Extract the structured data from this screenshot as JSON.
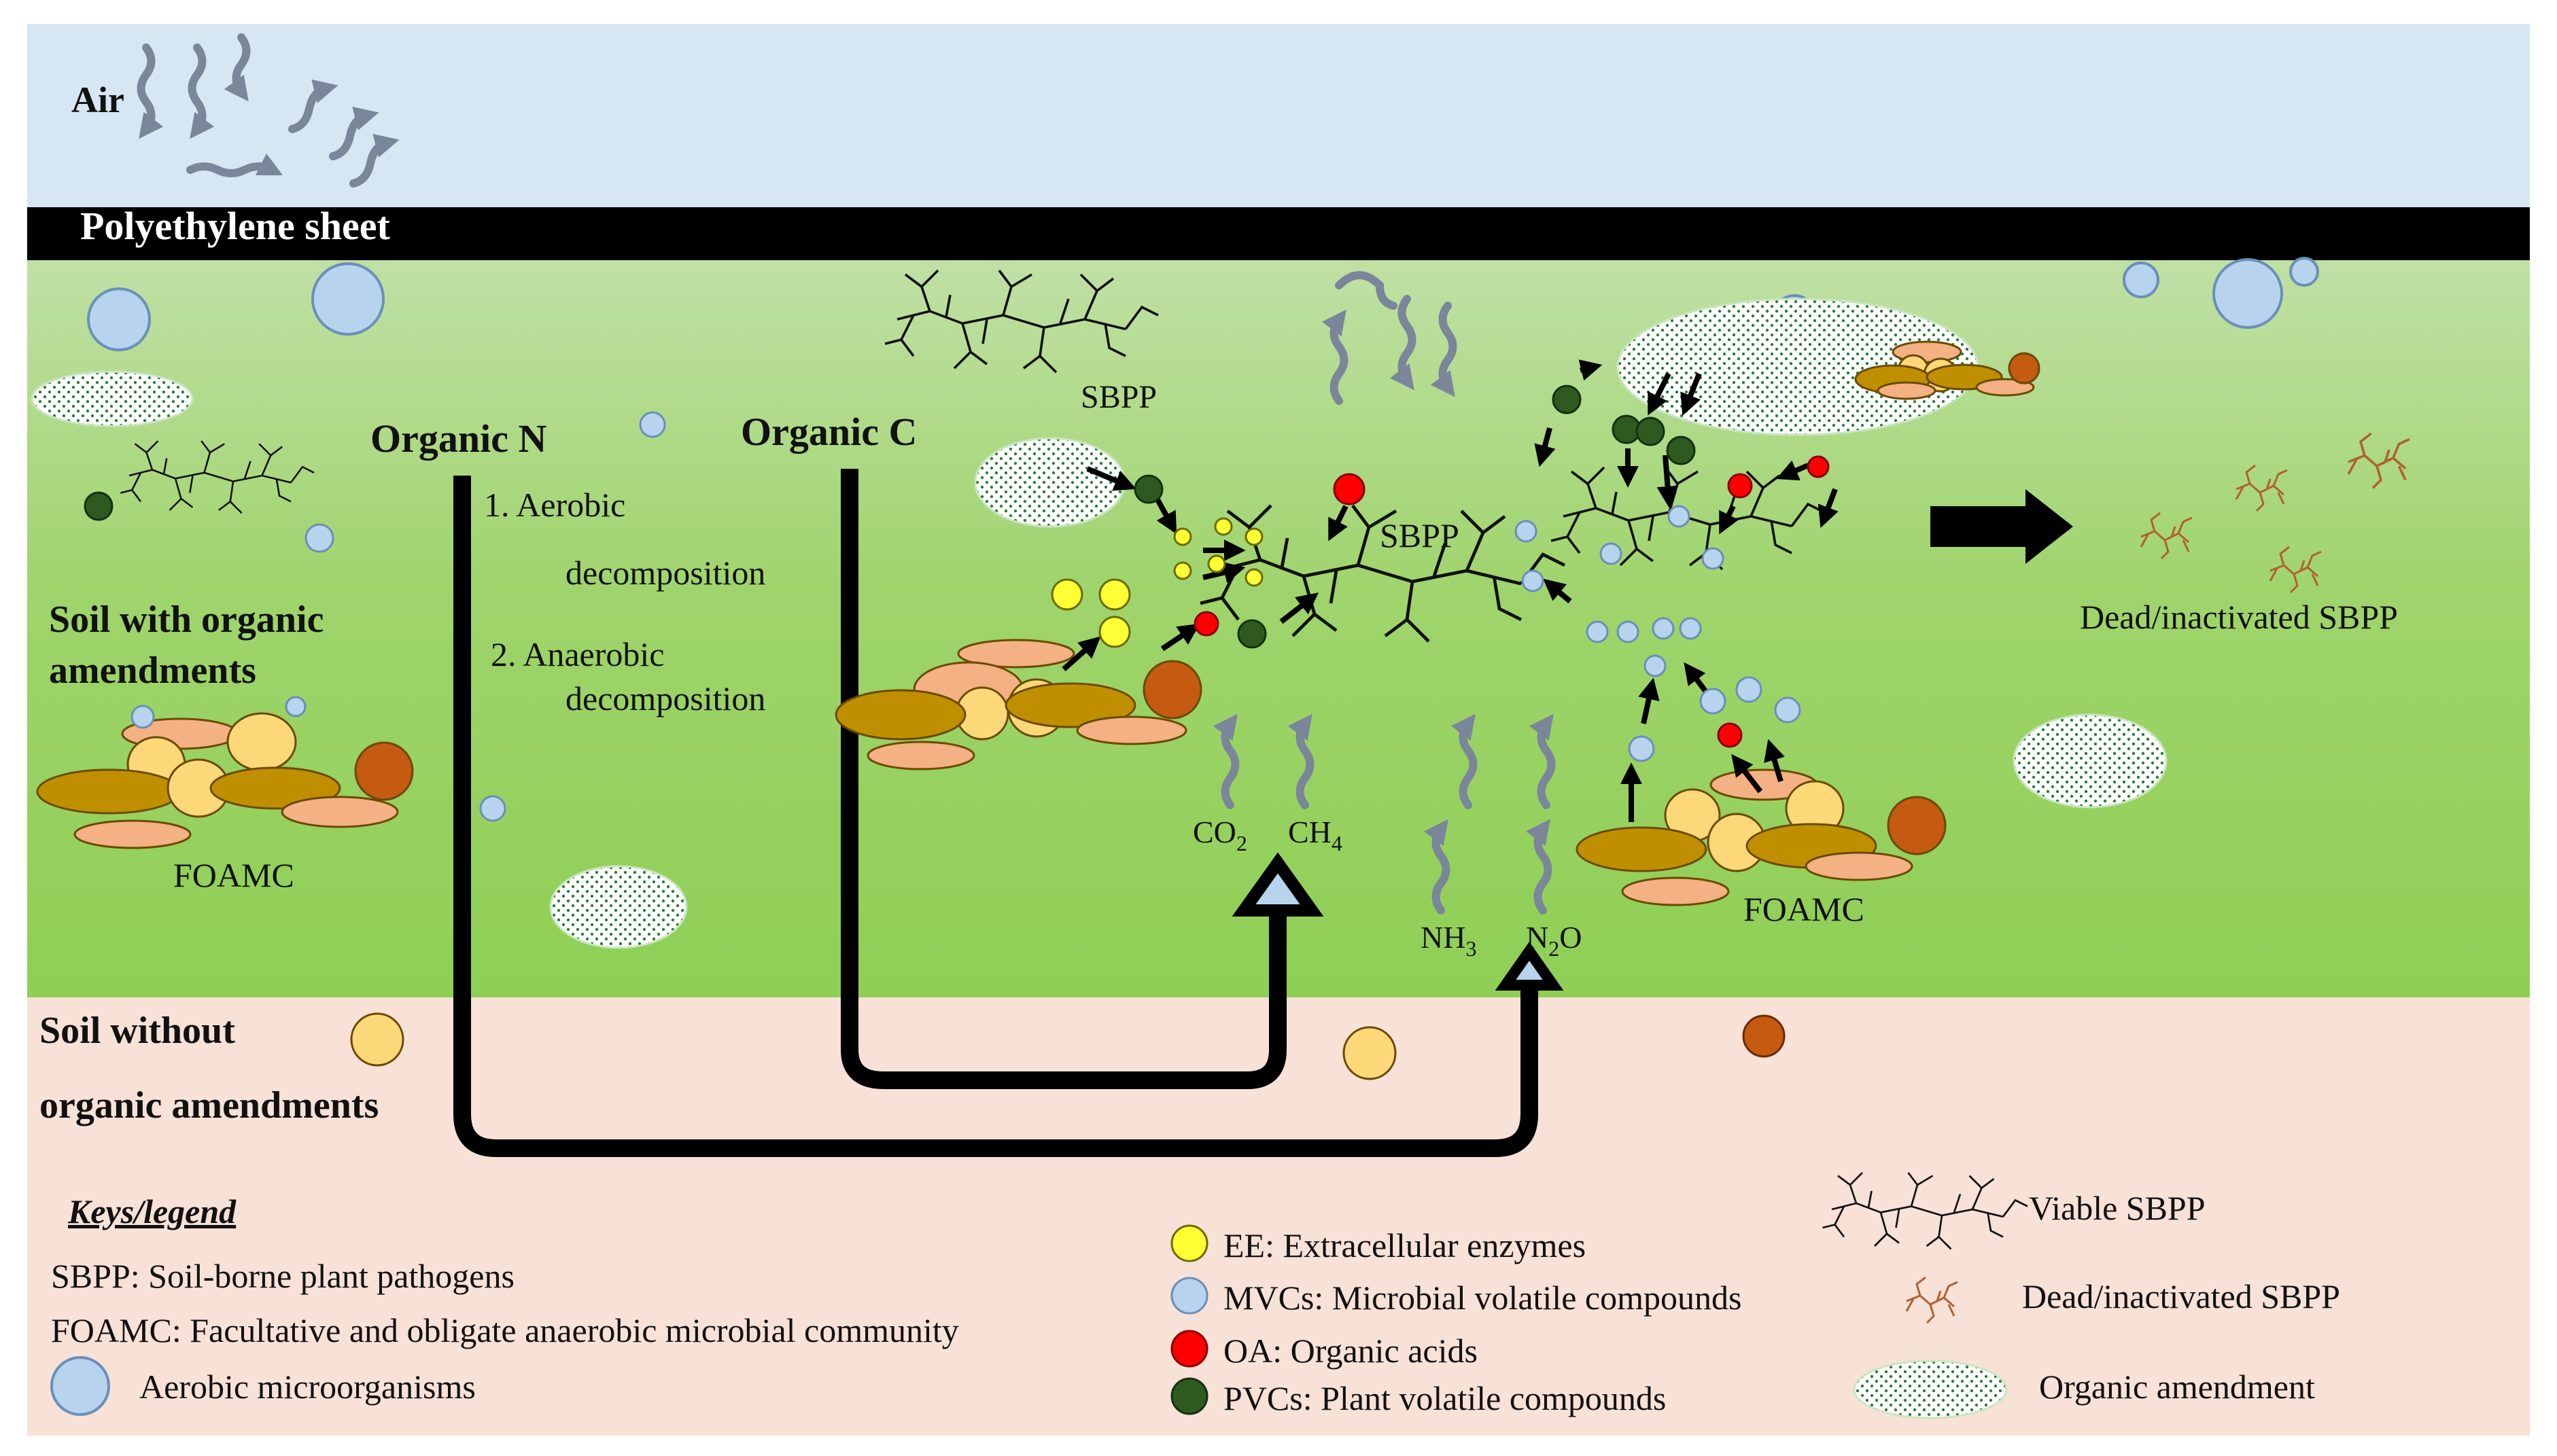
{
  "zones": {
    "air": "Air",
    "sheet": "Polyethylene sheet",
    "soil_amended": [
      "Soil with organic",
      "amendments"
    ],
    "soil_unamended": [
      "Soil without",
      "organic amendments"
    ]
  },
  "labels": {
    "organic_n": "Organic N",
    "organic_c": "Organic C",
    "step1a": "1.  Aerobic",
    "step1b": "decomposition",
    "step2a": "2. Anaerobic",
    "step2b": "decomposition",
    "sbpp_top": "SBPP",
    "sbpp_center": "SBPP",
    "foamc_left": "FOAMC",
    "foamc_right": "FOAMC",
    "dead": "Dead/inactivated SBPP",
    "co2": "CO",
    "co2_sub": "2",
    "ch4": "CH",
    "ch4_sub": "4",
    "nh3": "NH",
    "nh3_sub": "3",
    "n2o": "N",
    "n2o_sub": "2",
    "n2o_tail": "O"
  },
  "legend": {
    "title": "Keys/legend",
    "sbpp": "SBPP: Soil-borne plant pathogens",
    "foamc": "FOAMC: Facultative and obligate anaerobic microbial community",
    "aerobic": "Aerobic microorganisms",
    "ee": "EE: Extracellular enzymes",
    "mvc": "MVCs: Microbial volatile compounds",
    "oa": "OA: Organic acids",
    "pvc": "PVCs: Plant volatile compounds",
    "viable": "Viable SBPP",
    "dead": "Dead/inactivated SBPP",
    "amendment": "Organic amendment"
  },
  "colors": {
    "air": "#d7e6f3",
    "sheet": "#000000",
    "soil_top": "#c0e0a5",
    "soil_bottom": "#8fcf55",
    "soil_plain": "#f8e1d6",
    "ee": "#ffff33",
    "mvc": "#b7d3ee",
    "oa": "#ff0000",
    "pvc": "#2e5a20",
    "gas_arrow": "#7a8699",
    "dead_sbpp": "#b0612e",
    "ell_olive": "#bf8f00",
    "ell_yellow": "#fdd879",
    "ell_salmon": "#f4b183",
    "ell_rust": "#c55a11"
  }
}
